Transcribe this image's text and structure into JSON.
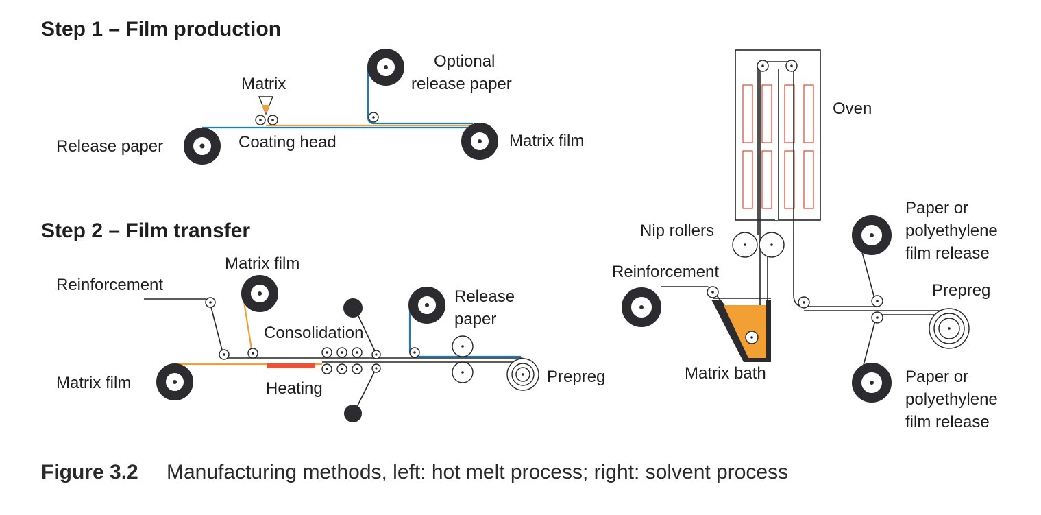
{
  "step1": {
    "title": "Step 1 – Film production",
    "labels": {
      "matrix": "Matrix",
      "optional_release_paper_1": "Optional",
      "optional_release_paper_2": "release paper",
      "release_paper": "Release paper",
      "coating_head": "Coating head",
      "matrix_film": "Matrix film"
    }
  },
  "step2": {
    "title": "Step 2 – Film transfer",
    "labels": {
      "reinforcement": "Reinforcement",
      "matrix_film_top": "Matrix film",
      "consolidation": "Consolidation",
      "release_paper_1": "Release",
      "release_paper_2": "paper",
      "matrix_film_bottom": "Matrix film",
      "heating": "Heating",
      "prepreg": "Prepreg"
    }
  },
  "solvent": {
    "labels": {
      "oven": "Oven",
      "nip_rollers": "Nip rollers",
      "reinforcement": "Reinforcement",
      "matrix_bath": "Matrix bath",
      "paper_top_1": "Paper or",
      "paper_top_2": "polyethylene",
      "paper_top_3": "film release",
      "prepreg": "Prepreg",
      "paper_bottom_1": "Paper or",
      "paper_bottom_2": "polyethylene",
      "paper_bottom_3": "film release"
    }
  },
  "caption": {
    "label": "Figure 3.2",
    "text": "Manufacturing methods, left: hot melt process; right: solvent process"
  },
  "colors": {
    "line": "#262626",
    "release_paper": "#1f7ab8",
    "matrix": "#f2a033",
    "heater": "#e8533a",
    "roll": "#2b2b30"
  }
}
